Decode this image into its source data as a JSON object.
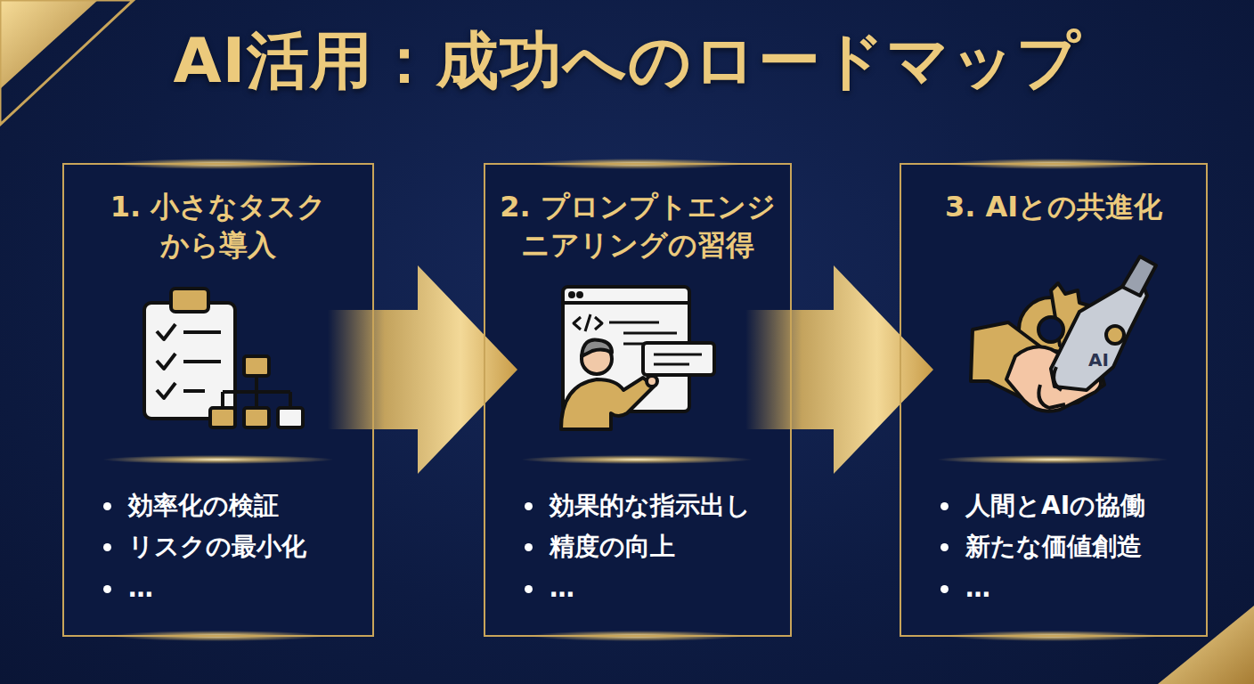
{
  "diagram": {
    "title": "AI活用：成功へのロードマップ",
    "nodes": [
      {
        "text": [
          "1. 小さなタスク から導入",
          "効率化の検証",
          "リスクの最小化",
          "…"
        ]
      },
      {
        "text": [
          "2. プロンプトエンジ ニアリングの習得",
          "効果的な指示出し",
          "精度の向上",
          "…"
        ]
      },
      {
        "text": [
          "3. AIとの共進化",
          "人間とAIの協働",
          "新たな価値創造",
          "…"
        ]
      }
    ],
    "edges": [
      {
        "from": 0,
        "to": 1,
        "arrow": "to"
      },
      {
        "from": 1,
        "to": 2,
        "arrow": "to"
      }
    ],
    "labels": [
      "AI"
    ]
  }
}
